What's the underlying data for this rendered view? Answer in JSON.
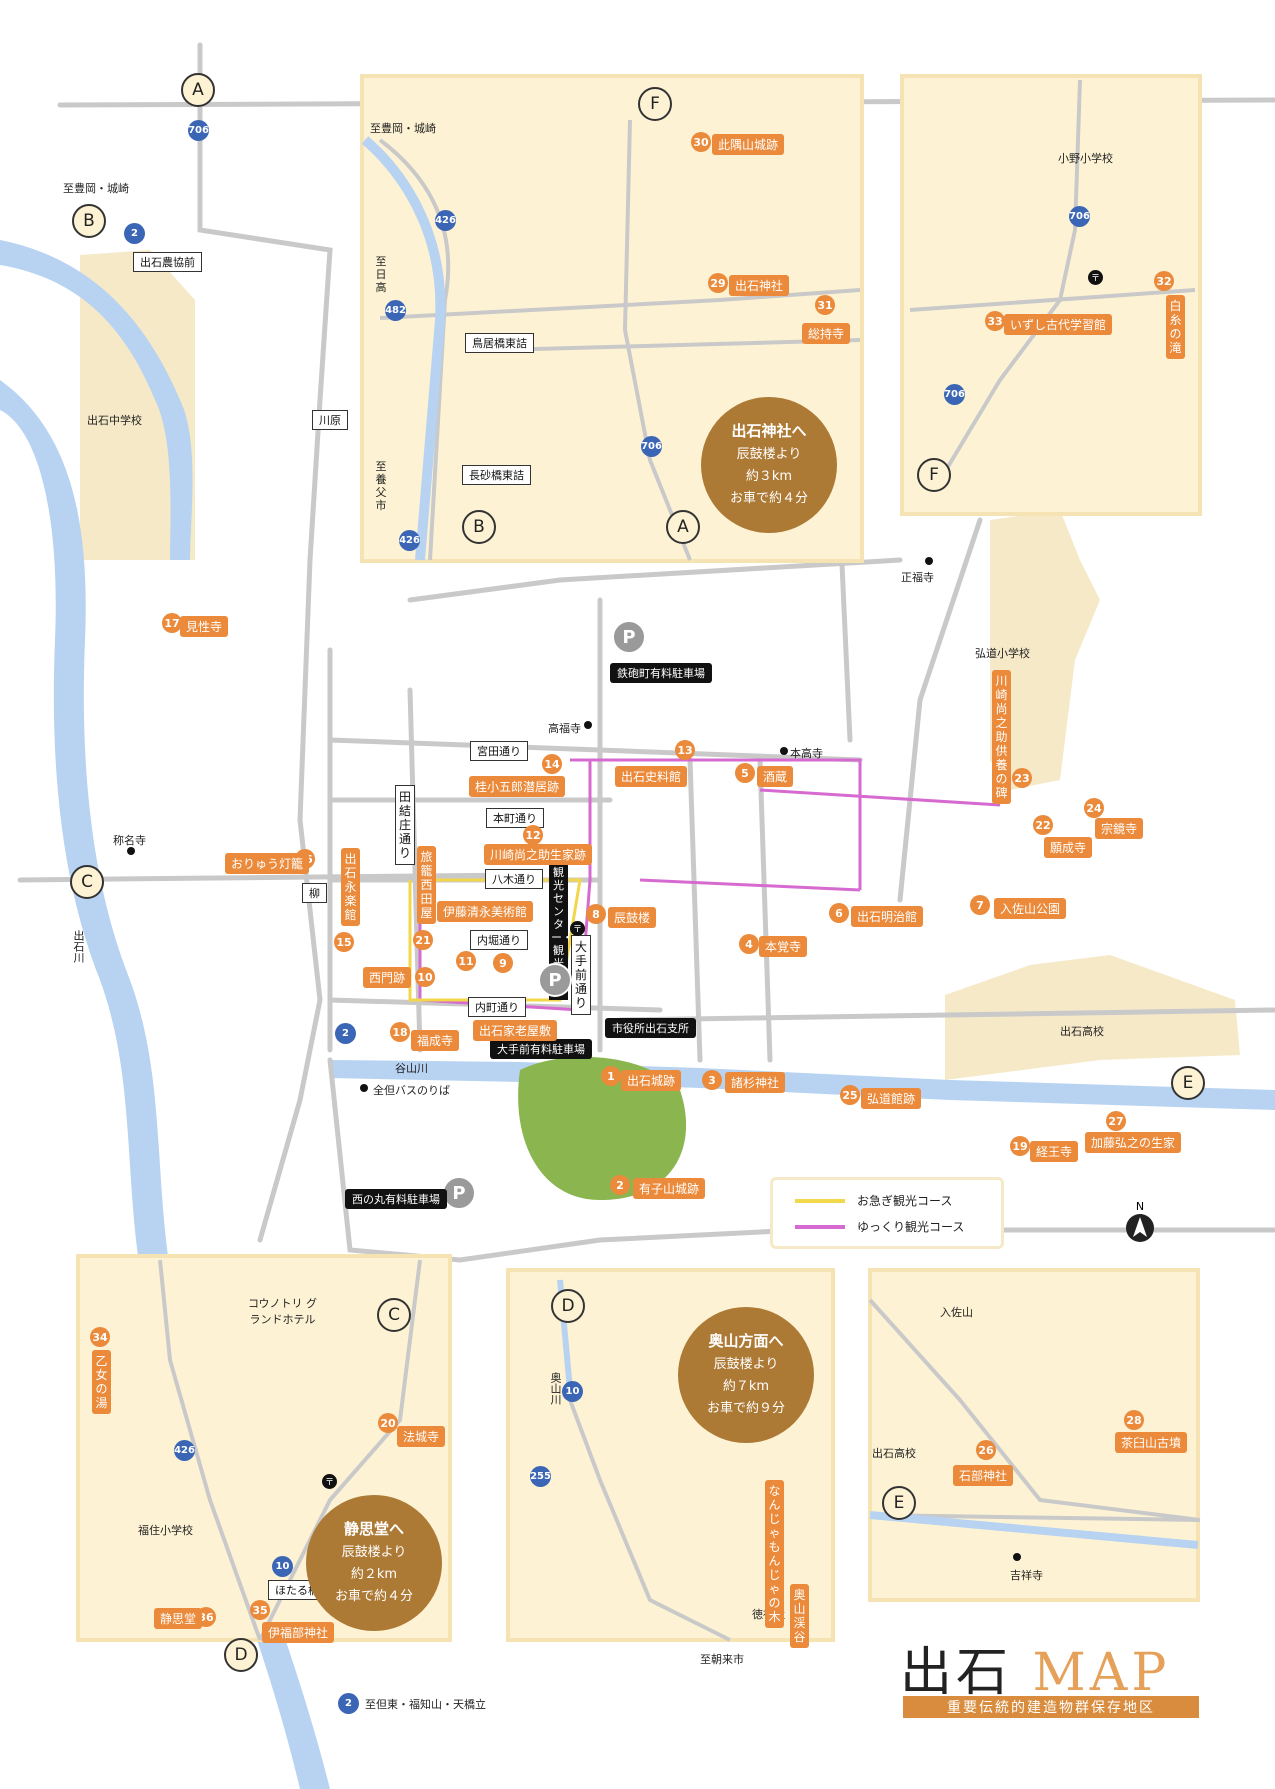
{
  "title": {
    "main": "出石",
    "accent": "MAP",
    "subtitle": "重要伝統的建造物群保存地区"
  },
  "legend": [
    {
      "label": "お急ぎ観光コース",
      "color": "#f2d74a"
    },
    {
      "label": "ゆっくり観光コース",
      "color": "#d66ad0"
    }
  ],
  "colors": {
    "land": "#f6e9c8",
    "river": "#b7d3f1",
    "orange": "#ea8a3a",
    "road": "#c9c9c9"
  },
  "north": "N",
  "letters": {
    "A": "A",
    "B": "B",
    "C": "C",
    "D": "D",
    "E": "E",
    "F": "F"
  },
  "routes": {
    "r706": "706",
    "r426": "426",
    "r482": "482",
    "r2": "2",
    "r10": "10",
    "r255": "255"
  },
  "inset_circles": {
    "izushi_shrine": {
      "title": "出石神社へ",
      "lines": [
        "辰鼓楼より",
        "約３km",
        "お車で約４分"
      ]
    },
    "seishido": {
      "title": "静思堂へ",
      "lines": [
        "辰鼓楼より",
        "約２km",
        "お車で約４分"
      ]
    },
    "okuyama": {
      "title": "奥山方面へ",
      "lines": [
        "辰鼓楼より",
        "約７km",
        "お車で約９分"
      ]
    }
  },
  "spots": {
    "s1": {
      "n": "1",
      "name": "出石城跡"
    },
    "s2": {
      "n": "2",
      "name": "有子山城跡"
    },
    "s3": {
      "n": "3",
      "name": "諸杉神社"
    },
    "s4": {
      "n": "4",
      "name": "本覚寺"
    },
    "s5": {
      "n": "5",
      "name": "酒蔵"
    },
    "s6": {
      "n": "6",
      "name": "出石明治館"
    },
    "s7": {
      "n": "7",
      "name": "入佐山公園"
    },
    "s8": {
      "n": "8",
      "name": "辰鼓楼"
    },
    "s9": {
      "n": "9",
      "name": "出石家老屋敷"
    },
    "s10": {
      "n": "10",
      "name": "西門跡"
    },
    "s11": {
      "n": "11",
      "name": "伊藤清永美術館"
    },
    "s12": {
      "n": "12",
      "name": "川崎尚之助生家跡"
    },
    "s13": {
      "n": "13",
      "name": "出石史料館"
    },
    "s14": {
      "n": "14",
      "name": "桂小五郎潜居跡"
    },
    "s15": {
      "n": "15",
      "name": "出石永楽館"
    },
    "s16": {
      "n": "16",
      "name": "おりゅう灯籠"
    },
    "s17": {
      "n": "17",
      "name": "見性寺"
    },
    "s18": {
      "n": "18",
      "name": "福成寺"
    },
    "s19": {
      "n": "19",
      "name": "経王寺"
    },
    "s20": {
      "n": "20",
      "name": "法城寺"
    },
    "s21": {
      "n": "21",
      "name": "旅籠西田屋"
    },
    "s22": {
      "n": "22",
      "name": "願成寺"
    },
    "s23": {
      "n": "23",
      "name": "川崎尚之助供養の碑"
    },
    "s24": {
      "n": "24",
      "name": "宗鏡寺"
    },
    "s25": {
      "n": "25",
      "name": "弘道館跡"
    },
    "s26": {
      "n": "26",
      "name": "石部神社"
    },
    "s27": {
      "n": "27",
      "name": "加藤弘之の生家"
    },
    "s28": {
      "n": "28",
      "name": "茶臼山古墳"
    },
    "s29": {
      "n": "29",
      "name": "出石神社"
    },
    "s30": {
      "n": "30",
      "name": "此隅山城跡"
    },
    "s31": {
      "n": "31",
      "name": "総持寺"
    },
    "s32": {
      "n": "32",
      "name": "白糸の滝"
    },
    "s33": {
      "n": "33",
      "name": "いずし古代学習館"
    },
    "s34": {
      "n": "34",
      "name": "乙女の湯"
    },
    "s35": {
      "n": "35",
      "name": "伊福部神社"
    },
    "s36": {
      "n": "36",
      "name": "静思堂"
    },
    "s_nanja": {
      "name": "なんじゃもんじゃの木"
    },
    "s_okuyama": {
      "name": "奥山渓谷"
    }
  },
  "streets": {
    "miyata": "宮田通り",
    "honmachi": "本町通り",
    "yagi": "八木通り",
    "uchibori": "内堀通り",
    "uchimachi": "内町通り",
    "tayui": "田結庄通り",
    "ote": "大手前通り"
  },
  "parking": {
    "p": "P",
    "teppo": "鉄砲町有料駐車場",
    "ote": "大手前有料駐車場",
    "nishinomaru": "西の丸有料駐車場"
  },
  "labels": {
    "kanko_center": "観光センター・観光協会",
    "shiyakusho": "市役所出石支所",
    "bus": "全但バスのりば",
    "taniyama": "谷山川",
    "izushi_river": "出石川",
    "okuyama_river": "奥山川",
    "izushi_jhs": "出石中学校",
    "izushi_hs": "出石高校",
    "kodo_es": "弘道小学校",
    "ono_es": "小野小学校",
    "fukuzumi_es": "福住小学校",
    "kounotori": "コウノトリ グランドホテル",
    "kohfukuji": "高福寺",
    "honkouji": "本高寺",
    "shofukuji": "正福寺",
    "shomyoji": "称名寺",
    "kisshoji": "吉祥寺",
    "irusayama": "入佐山",
    "tokujinja": "徳神社",
    "yanagi": "柳",
    "kawahara": "川原",
    "hotarubashi": "ほたる橋",
    "nokyo": "出石農協前",
    "toriibashi": "鳥居橋東詰",
    "nagasagobashi": "長砂橋東詰",
    "to_toyooka1": "至豊岡・城崎",
    "to_toyooka2": "至豊岡・城崎",
    "to_hidaka": "至日高",
    "to_yabu": "至養父市",
    "to_asago": "至朝来市",
    "to_tanto": "至但東・福知山・天橋立"
  }
}
